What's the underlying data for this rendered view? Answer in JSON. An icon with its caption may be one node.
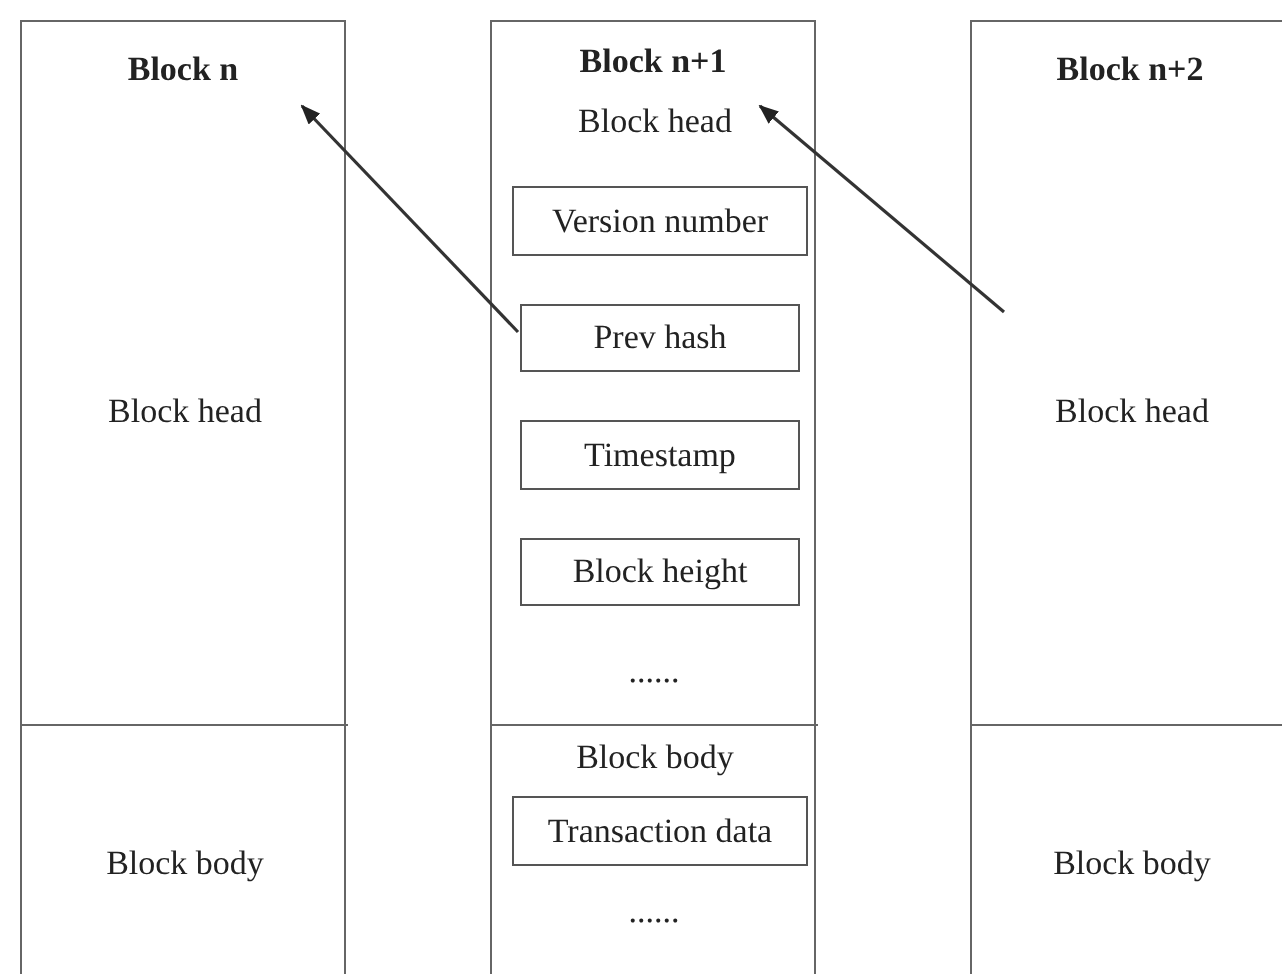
{
  "diagram": {
    "nodes": [
      {
        "text": [
          "Block n"
        ]
      },
      {
        "text": [
          "Block head"
        ],
        "in": 0
      },
      {
        "text": [
          "Block body"
        ],
        "in": 0
      },
      {
        "text": [
          "Block n+1"
        ]
      },
      {
        "text": [
          "Block head"
        ],
        "in": 3
      },
      {
        "text": [
          "Version number"
        ],
        "in": 4
      },
      {
        "text": [
          "Prev hash"
        ],
        "in": 4
      },
      {
        "text": [
          "Timestamp"
        ],
        "in": 4
      },
      {
        "text": [
          "Block height"
        ],
        "in": 4
      },
      {
        "text": [
          "Block body"
        ],
        "in": 3
      },
      {
        "text": [
          "Transaction data"
        ],
        "in": 9
      },
      {
        "text": [
          "Block n+2"
        ]
      },
      {
        "text": [
          "Block head"
        ],
        "in": 11
      },
      {
        "text": [
          "Block body"
        ],
        "in": 11
      }
    ],
    "edges": [
      {
        "from": 6,
        "to": 1,
        "arrow": "to"
      },
      {
        "from": 12,
        "to": 4,
        "arrow": "to"
      }
    ],
    "labels": [
      "......",
      "......"
    ]
  }
}
